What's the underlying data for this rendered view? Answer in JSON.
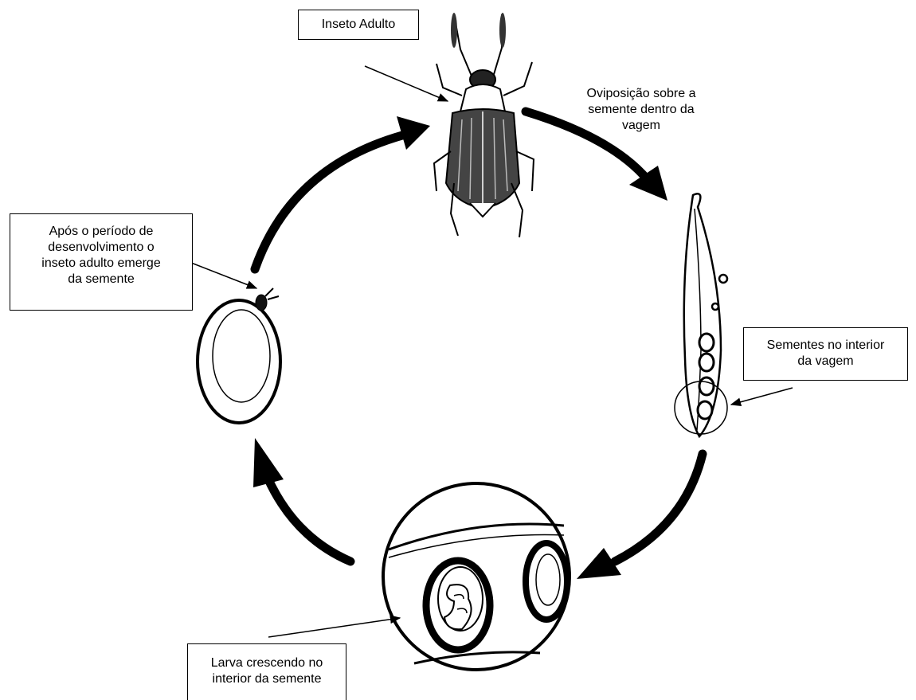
{
  "diagram": {
    "labels": {
      "adult": "Inseto Adulto",
      "oviposition": "Oviposição sobre a\nsemente dentro da\nvagem",
      "seeds": "Sementes no interior\nda vagem",
      "larva": "Larva crescendo no\ninterior da semente",
      "emergence": "Após o período de\ndesenvolvimento o\ninseto adulto emerge\nda semente"
    },
    "colors": {
      "ink": "#000000",
      "background": "#ffffff"
    }
  }
}
